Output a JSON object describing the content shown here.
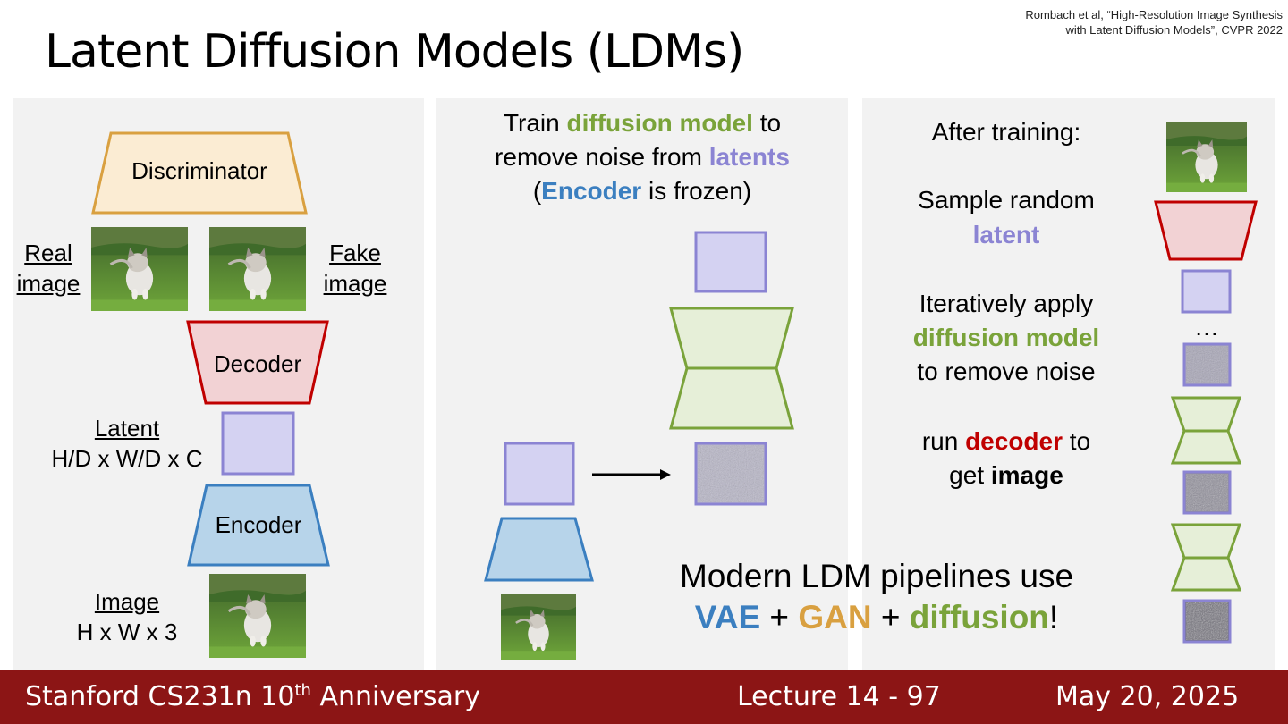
{
  "slide": {
    "title": "Latent Diffusion Models (LDMs)",
    "citation_line1": "Rombach et al, “High-Resolution Image Synthesis",
    "citation_line2": "with Latent Diffusion Models”, CVPR 2022"
  },
  "left": {
    "discriminator_label": "Discriminator",
    "decoder_label": "Decoder",
    "encoder_label": "Encoder",
    "real_line1": "Real",
    "real_line2": "image",
    "fake_line1": "Fake",
    "fake_line2": "image",
    "latent_label": "Latent",
    "latent_dims": "H/D x W/D x C",
    "image_label": "Image",
    "image_dims": "H x W x 3"
  },
  "middle": {
    "line1_a": "Train ",
    "line1_b": "diffusion model",
    "line1_c": " to",
    "line2_a": "remove noise from ",
    "line2_b": "latents",
    "line3_a": "(",
    "line3_b": "Encoder",
    "line3_c": " is frozen)"
  },
  "right": {
    "after_training": "After training:",
    "sample_line1": "Sample random",
    "sample_latent": "latent",
    "iter_line1": "Iteratively apply",
    "iter_line2": "diffusion model",
    "iter_line3": "to remove noise",
    "run_a": "run ",
    "run_b": "decoder",
    "run_c": " to",
    "get_a": "get ",
    "get_b": "image",
    "ellipsis": "…"
  },
  "callout": {
    "line1": "Modern LDM pipelines use",
    "vae": "VAE",
    "plus1": " + ",
    "gan": "GAN",
    "plus2": " + ",
    "diffusion": "diffusion",
    "bang": "!"
  },
  "footer": {
    "course_pre": "Stanford CS231n 10",
    "course_sup": "th",
    "course_post": " Anniversary",
    "lecture": "Lecture 14 -  97",
    "date": "May 20, 2025"
  },
  "colors": {
    "diffusion_green": "#7aa33a",
    "latent_purple": "#8b84d3",
    "encoder_blue": "#3b7fc0",
    "decoder_red": "#c00000",
    "gan_orange": "#d9a040",
    "footer_red": "#8c1515"
  }
}
